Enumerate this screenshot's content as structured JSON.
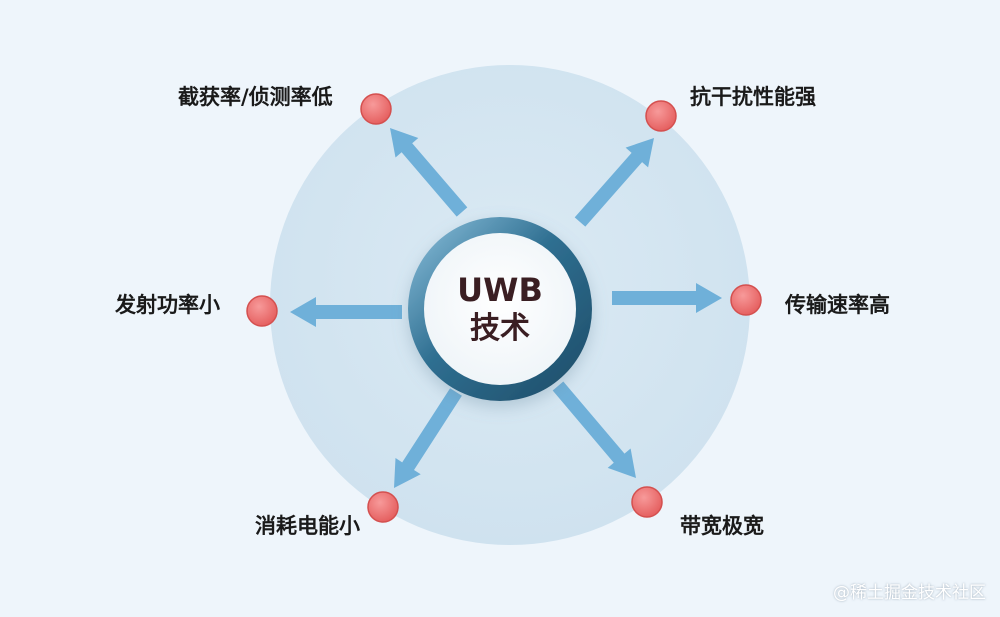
{
  "center": {
    "line1": "UWB",
    "line2": "技术"
  },
  "features": [
    {
      "id": "top-left",
      "label": "截获率/侦测率低"
    },
    {
      "id": "top-right",
      "label": "抗干扰性能强"
    },
    {
      "id": "left",
      "label": "发射功率小"
    },
    {
      "id": "right",
      "label": "传输速率高"
    },
    {
      "id": "bottom-left",
      "label": "消耗电能小"
    },
    {
      "id": "bottom-right",
      "label": "带宽极宽"
    }
  ],
  "watermark": "@稀土掘金技术社区",
  "colors": {
    "background": "#eef5fb",
    "big_circle": "#d6e8f3",
    "ring": "#2f6f91",
    "arrow": "#6fb0d9",
    "dot": "#f07474",
    "dot_stroke": "#d4504f"
  }
}
